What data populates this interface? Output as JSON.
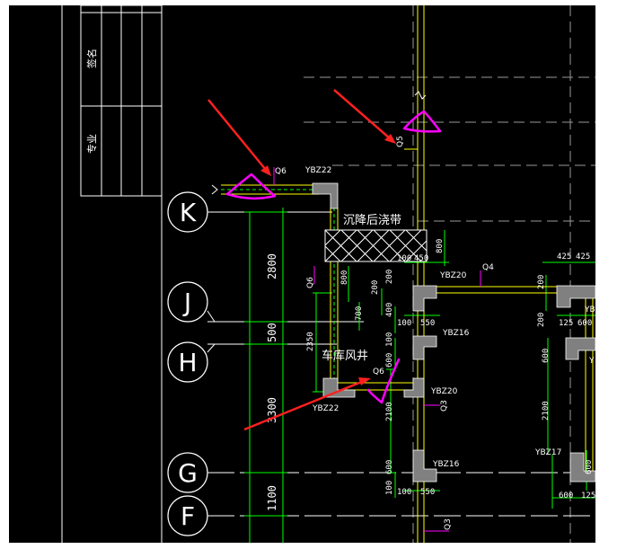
{
  "drawing": {
    "colors": {
      "background": "#000000",
      "grid_white": "#ffffff",
      "dim_green": "#00ff00",
      "wall_yellow": "#ffff00",
      "markup_magenta": "#ff00ff",
      "arrow_red": "#ff2020",
      "column_gray": "#808080",
      "dash_gray": "#9a9a9a"
    },
    "title_block": {
      "col1_text": "专业",
      "col2_text": "签名"
    },
    "axes": [
      {
        "id": "K",
        "label": "K"
      },
      {
        "id": "J",
        "label": "J"
      },
      {
        "id": "H",
        "label": "H"
      },
      {
        "id": "G",
        "label": "G"
      },
      {
        "id": "F",
        "label": "F"
      }
    ],
    "room_labels": {
      "settlement_pour": "沉降后浇带",
      "garage_shaft": "车库风井"
    },
    "column_tags": {
      "ybz22_top": "YBZ22",
      "ybz22_bottom": "YBZ22",
      "ybz20_top": "YBZ20",
      "ybz20_bottom": "YBZ20",
      "ybz16_mid": "YBZ16",
      "ybz16_low": "YBZ16",
      "ybz17": "YBZ17",
      "yb_right": "YB",
      "y_right": "Y"
    },
    "wall_tags": {
      "q6_top": "Q6",
      "q6_left": "Q6",
      "q6_mid": "Q6",
      "q4": "Q4",
      "q3_mid": "Q3",
      "q3_low": "Q3",
      "q5_vert": "Q5"
    },
    "dimensions": {
      "d2800": "2800",
      "d500": "500",
      "d3300": "3300",
      "d1100": "1100",
      "d2350": "2350",
      "d800_a": "800",
      "d800_b": "800",
      "d700": "700",
      "d400": "400",
      "d200_a": "200",
      "d200_b": "200",
      "d100_a": "100",
      "d450": "450",
      "d100_b": "100",
      "d550_a": "550",
      "d100_c": "100",
      "d600_a": "600",
      "d2100_a": "2100",
      "d600_b": "600",
      "d100_d": "100",
      "d550_b": "550",
      "d100_e": "100",
      "d425_a": "425",
      "d425_b": "425",
      "d200_c": "200",
      "d200_d": "200",
      "d125": "125",
      "d600_c": "600",
      "d600_d": "600",
      "d2100_b": "2100",
      "d600_e": "600",
      "d600_f": "600",
      "d125_b": "125"
    }
  }
}
